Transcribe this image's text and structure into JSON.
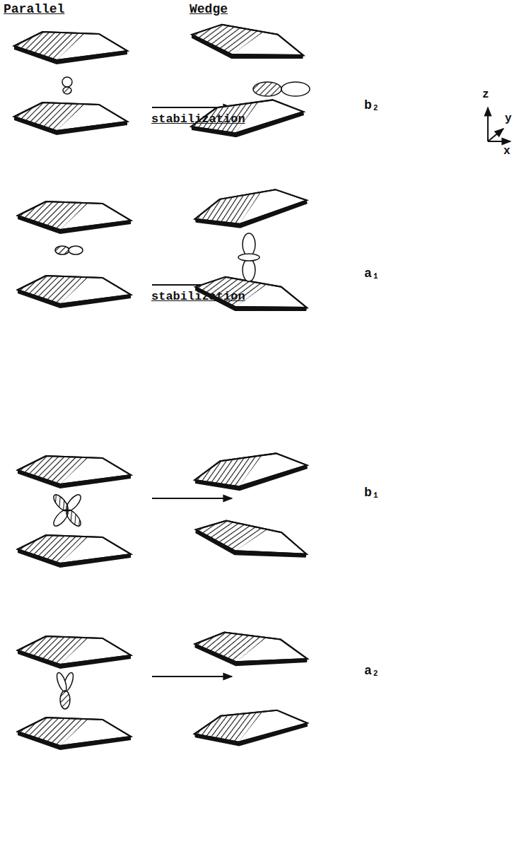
{
  "diagram": {
    "labels": [
      "Parallel",
      "Wedge",
      "stabilization",
      "stabilization",
      "b₂",
      "a₁",
      "b₁",
      "a₂",
      "z",
      "y",
      "x"
    ]
  }
}
